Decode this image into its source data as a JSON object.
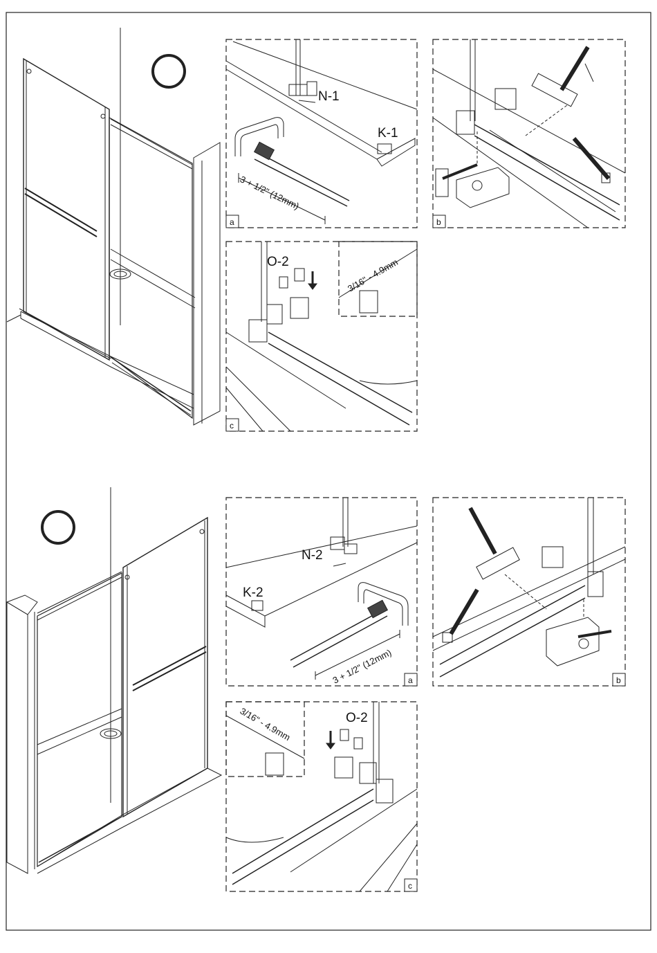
{
  "step1": {
    "panel_a": {
      "part_n": "N-1",
      "part_k": "K-1",
      "dimension": "3 + 1/2\" (12mm)",
      "tag": "a"
    },
    "panel_b": {
      "tag": "b"
    },
    "panel_c": {
      "part_o": "O-2",
      "gap": "3/16\" - 4.9mm",
      "tag": "c"
    }
  },
  "step2": {
    "panel_a": {
      "part_n": "N-2",
      "part_k": "K-2",
      "dimension": "3 + 1/2\" (12mm)",
      "tag": "a"
    },
    "panel_b": {
      "tag": "b"
    },
    "panel_c": {
      "part_o": "O-2",
      "gap": "3/16\" - 4.9mm",
      "tag": "c"
    }
  }
}
